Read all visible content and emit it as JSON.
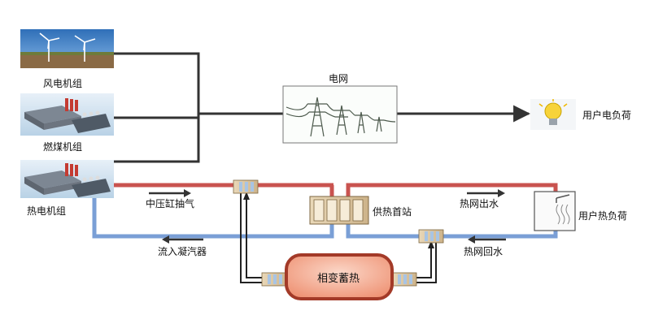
{
  "sources": {
    "wind_label": "风电机组",
    "coal_label": "燃煤机组",
    "chp_label": "热电机组"
  },
  "grid": {
    "label": "电网"
  },
  "power_user": {
    "label": "用户电负荷"
  },
  "heat_station": {
    "label": "供热首站"
  },
  "heat_user": {
    "label": "用户热负荷"
  },
  "storage": {
    "label": "相变蓄热"
  },
  "flows": {
    "extraction": "中压缸抽气",
    "to_condenser": "流入凝汽器",
    "supply": "热网出水",
    "return": "热网回水"
  },
  "colors": {
    "supply_pipe": "#c9534f",
    "return_pipe": "#7a9fd6",
    "power_line": "#333333",
    "storage_fill": "#f3a78d",
    "storage_border": "#a33a28"
  }
}
